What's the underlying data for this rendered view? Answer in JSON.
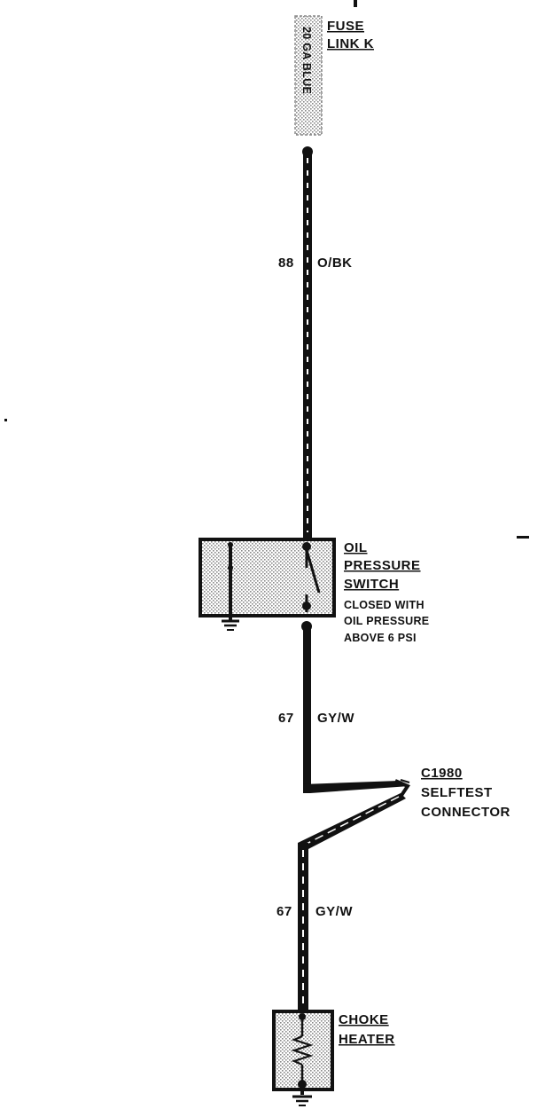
{
  "fuse_link": {
    "title_line1": "FUSE",
    "title_line2": "LINK K",
    "gauge": "20 GA BLUE"
  },
  "wire_top": {
    "circuit": "88",
    "color": "O/BK"
  },
  "oil_pressure_switch": {
    "title_line1": "OIL",
    "title_line2": "PRESSURE",
    "title_line3": "SWITCH",
    "note_line1": "CLOSED WITH",
    "note_line2": "OIL PRESSURE",
    "note_line3": "ABOVE 6 PSI"
  },
  "wire_mid": {
    "circuit": "67",
    "color": "GY/W"
  },
  "selftest_connector": {
    "id": "C1980",
    "title_line1": "SELFTEST",
    "title_line2": "CONNECTOR"
  },
  "wire_bottom": {
    "circuit": "67",
    "color": "GY/W"
  },
  "choke_heater": {
    "title_line1": "CHOKE",
    "title_line2": "HEATER"
  },
  "colors": {
    "ink": "#111111",
    "stipple": "#8a8a8a",
    "background": "#ffffff"
  }
}
